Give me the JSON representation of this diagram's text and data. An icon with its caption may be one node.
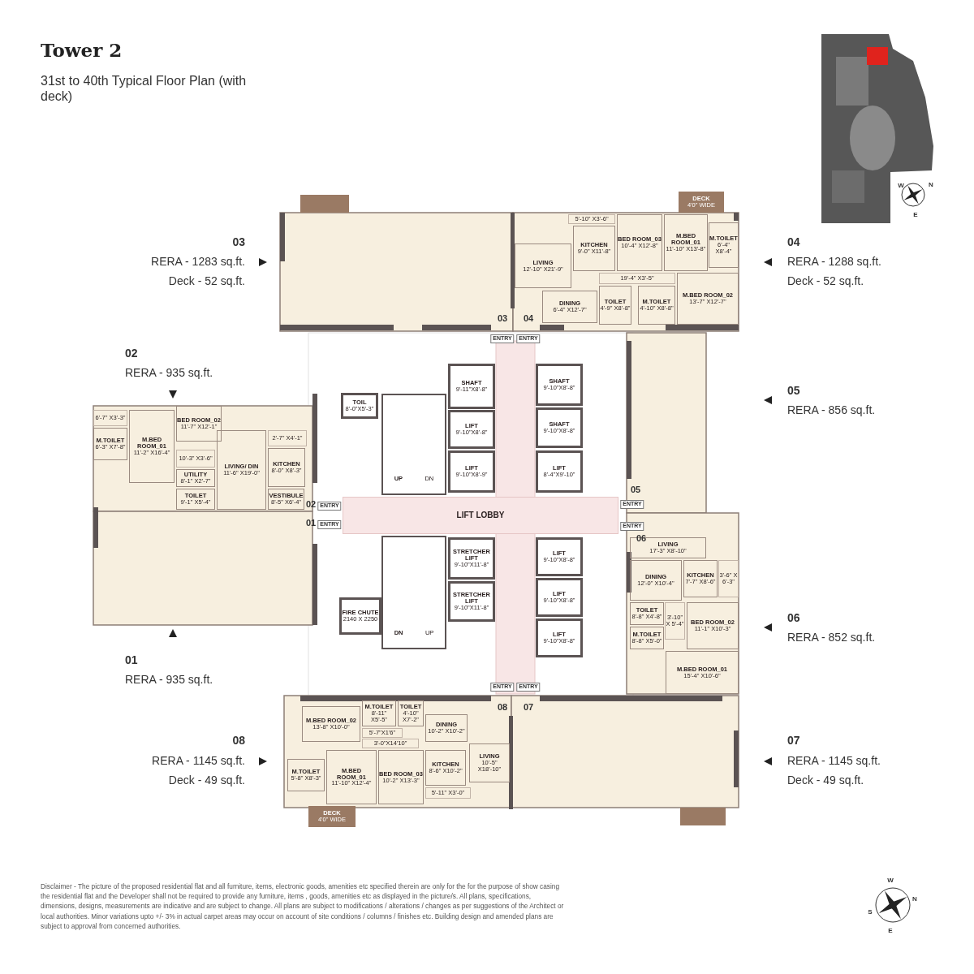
{
  "diagram": {
    "title": "Tower 2",
    "nodes": [
      {
        "text": [
          "5'-10\" X3'-6\""
        ]
      },
      {
        "text": [
          "KITCHEN",
          "9'-0\" X11'-8\""
        ]
      },
      {
        "text": [
          "BED ROOM_03",
          "10'-4\" X12'-8\""
        ]
      },
      {
        "text": [
          "M.BED ROOM_01",
          "11'-10\" X13'-8\""
        ]
      },
      {
        "text": [
          "M.TOILET",
          "6'-4\" X8'-4\""
        ]
      },
      {
        "text": [
          "DECK",
          "4'0\" WIDE"
        ]
      },
      {
        "text": [
          "LIVING",
          "12'-10\" X21'-9\""
        ]
      },
      {
        "text": [
          "DINING",
          "6'-4\" X12'-7\""
        ]
      },
      {
        "text": [
          "19'-4\" X3'-5\""
        ]
      },
      {
        "text": [
          "TOILET",
          "4'-9\" X8'-8\""
        ]
      },
      {
        "text": [
          "M.TOILET",
          "4'-10\" X8'-8\""
        ]
      },
      {
        "text": [
          "M.BED ROOM_02",
          "13'-7\" X12'-7\""
        ]
      },
      {
        "text": [
          "6'-7\" X3'-3\""
        ]
      },
      {
        "text": [
          "M.TOILET",
          "6'-3\" X7'-8\""
        ]
      },
      {
        "text": [
          "M.BED ROOM_01",
          "11'-2\" X16'-4\""
        ]
      },
      {
        "text": [
          "BED ROOM_02",
          "11'-7\" X12'-1\""
        ]
      },
      {
        "text": [
          "10'-3\" X3'-6\""
        ]
      },
      {
        "text": [
          "UTILITY",
          "8'-1\" X2'-7\""
        ]
      },
      {
        "text": [
          "TOILET",
          "9'-1\" X5'-4\""
        ]
      },
      {
        "text": [
          "LIVING/ DIN",
          "11'-6\" X19'-0\""
        ]
      },
      {
        "text": [
          "2'-7\" X4'-1\""
        ]
      },
      {
        "text": [
          "KITCHEN",
          "8'-0\" X8'-3\""
        ]
      },
      {
        "text": [
          "VESTIBULE",
          "8'-5\" X6'-4\""
        ]
      },
      {
        "text": [
          "SHAFT",
          "9'-11\"X8'-8\""
        ]
      },
      {
        "text": [
          "SHAFT",
          "9'-10\"X8'-8\""
        ]
      },
      {
        "text": [
          "TOIL",
          "8'-0\"X5'-3\""
        ]
      },
      {
        "text": [
          "LIFT",
          "9'-10\"X8'-8\""
        ]
      },
      {
        "text": [
          "SHAFT",
          "9'-10\"X8'-8\""
        ]
      },
      {
        "text": [
          "UP",
          "DN"
        ]
      },
      {
        "text": [
          "LIFT",
          "9'-10\"X8'-9\""
        ]
      },
      {
        "text": [
          "LIFT",
          "8'-4\"X9'-10\""
        ]
      },
      {
        "text": [
          "LIFT LOBBY"
        ]
      },
      {
        "text": [
          "DN",
          "UP"
        ]
      },
      {
        "text": [
          "STRETCHER LIFT",
          "9'-10\"X11'-8\""
        ]
      },
      {
        "text": [
          "LIFT",
          "9'-10\"X8'-8\""
        ]
      },
      {
        "text": [
          "STRETCHER LIFT",
          "9'-10\"X11'-8\""
        ]
      },
      {
        "text": [
          "LIFT",
          "9'-10\"X8'-8\""
        ]
      },
      {
        "text": [
          "FIRE CHUTE",
          "2140 X 2250"
        ]
      },
      {
        "text": [
          "LIFT",
          "9'-10\"X8'-8\""
        ]
      },
      {
        "text": [
          "LIVING",
          "17'-3\" X8'-10\""
        ]
      },
      {
        "text": [
          "DINING",
          "12'-0\" X10'-4\""
        ]
      },
      {
        "text": [
          "KITCHEN",
          "7'-7\" X8'-6\""
        ]
      },
      {
        "text": [
          "3'-6\" X 6'-3\""
        ]
      },
      {
        "text": [
          "TOILET",
          "8'-8\" X4'-8\""
        ]
      },
      {
        "text": [
          "3'-10\" X 5'-4\""
        ]
      },
      {
        "text": [
          "BED ROOM_02",
          "11'-1\" X10'-3\""
        ]
      },
      {
        "text": [
          "M.TOILET",
          "8'-8\" X5'-0\""
        ]
      },
      {
        "text": [
          "M.BED ROOM_01",
          "15'-4\" X10'-6\""
        ]
      },
      {
        "text": [
          "M.BED ROOM_02",
          "13'-8\" X10'-0\""
        ]
      },
      {
        "text": [
          "M.TOILET",
          "8'-11\" X5'-5\""
        ]
      },
      {
        "text": [
          "TOILET",
          "4'-10\" X7'-2\""
        ]
      },
      {
        "text": [
          "DINING",
          "10'-2\" X10'-2\""
        ]
      },
      {
        "text": [
          "5'-7\"X1'6\""
        ]
      },
      {
        "text": [
          "3'-0\"X14'10\""
        ]
      },
      {
        "text": [
          "LIVING",
          "10'-5\" X18'-10\""
        ]
      },
      {
        "text": [
          "M.TOILET",
          "5'-8\" X8'-3\""
        ]
      },
      {
        "text": [
          "M.BED ROOM_01",
          "11'-10\" X12'-4\""
        ]
      },
      {
        "text": [
          "BED ROOM_03",
          "10'-2\" X13'-3\""
        ]
      },
      {
        "text": [
          "KITCHEN",
          "8'-6\" X10'-2\""
        ]
      },
      {
        "text": [
          "5'-11\" X3'-0\""
        ]
      },
      {
        "text": [
          "DECK",
          "4'0\" WIDE"
        ]
      }
    ],
    "labels": [
      "31st to 40th Typical Floor Plan (with deck)",
      "W",
      "N",
      "E",
      "03",
      "RERA - 1283 sq.ft.",
      "Deck - 52 sq.ft.",
      "04",
      "RERA - 1288 sq.ft.",
      "Deck - 52 sq.ft.",
      "02",
      "RERA - 935 sq.ft.",
      "05",
      "RERA - 856 sq.ft.",
      "03",
      "04",
      "ENTRY",
      "ENTRY",
      "05",
      "ENTRY",
      "02",
      "ENTRY",
      "01",
      "ENTRY",
      "ENTRY",
      "06",
      "06",
      "RERA - 852 sq.ft.",
      "01",
      "RERA - 935 sq.ft.",
      "ENTRY",
      "ENTRY",
      "08",
      "07",
      "08",
      "RERA - 1145 sq.ft.",
      "Deck - 49 sq.ft.",
      "07",
      "RERA - 1145 sq.ft.",
      "Deck - 49 sq.ft.",
      "Disclaimer - The picture of the proposed residential flat and all furniture, items, electronic goods, amenities etc specified therein are only for the for the purpose of show casing the residential flat and the Developer shall not be required to provide any furniture, items , goods, amenities etc as displayed in the picture/s. All plans, specifications, dimensions, designs, measurements are indicative and are subject to change. All plans are subject to modifications / alterations / changes as per suggestions of the Architect or local authorities. Minor variations upto +/- 3% in actual carpet areas may occur on account of site conditions / columns / finishes etc. Building design and amended plans are subject to approval from concerned authorities.",
      "W",
      "N",
      "S",
      "E"
    ]
  }
}
